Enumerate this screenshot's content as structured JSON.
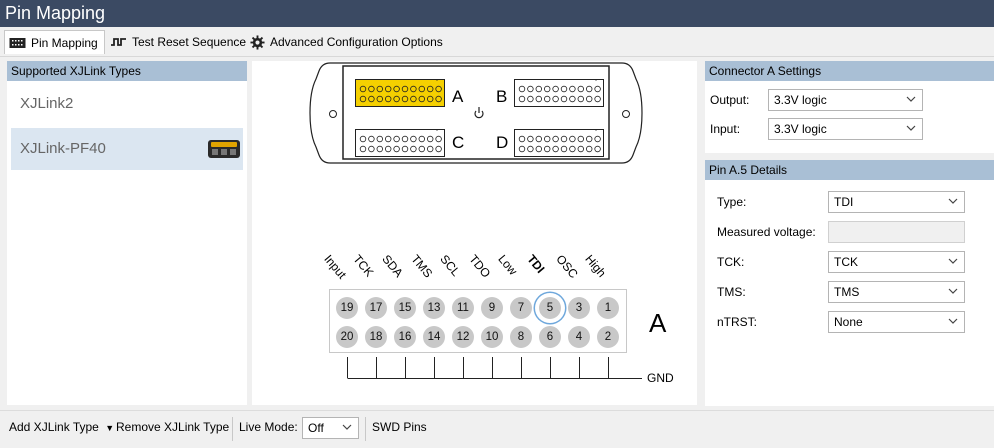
{
  "window": {
    "title": "Pin Mapping"
  },
  "tabs": [
    {
      "label": "Pin Mapping",
      "icon": "connector-icon",
      "active": true
    },
    {
      "label": "Test Reset Sequence",
      "icon": "waveform-icon",
      "active": false
    },
    {
      "label": "Advanced Configuration Options",
      "icon": "gear-icon",
      "active": false
    }
  ],
  "supported": {
    "header": "Supported XJLink Types",
    "items": [
      {
        "label": "XJLink2",
        "selected": false
      },
      {
        "label": "XJLink-PF40",
        "selected": true
      }
    ]
  },
  "connector_diagram": {
    "labels": [
      "A",
      "B",
      "C",
      "D"
    ],
    "selected": "A",
    "power_icon": "power-icon"
  },
  "pin_header": {
    "label": "A",
    "gnd_label": "GND",
    "signal_labels": [
      "Input",
      "TCK",
      "SDA",
      "TMS",
      "SCL",
      "TDO",
      "Low",
      "TDI",
      "OSC",
      "High"
    ],
    "bold_label": "TDI",
    "top_pins": [
      "19",
      "17",
      "15",
      "13",
      "11",
      "9",
      "7",
      "5",
      "3",
      "1"
    ],
    "bottom_pins": [
      "20",
      "18",
      "16",
      "14",
      "12",
      "10",
      "8",
      "6",
      "4",
      "2"
    ],
    "selected_pin": "5"
  },
  "connector_settings": {
    "header": "Connector A Settings",
    "output_label": "Output:",
    "output_value": "3.3V logic",
    "input_label": "Input:",
    "input_value": "3.3V logic"
  },
  "pin_details": {
    "header": "Pin A.5 Details",
    "type_label": "Type:",
    "type_value": "TDI",
    "voltage_label": "Measured voltage:",
    "voltage_value": "",
    "tck_label": "TCK:",
    "tck_value": "TCK",
    "tms_label": "TMS:",
    "tms_value": "TMS",
    "ntrst_label": "nTRST:",
    "ntrst_value": "None"
  },
  "statusbar": {
    "add_label": "Add XJLink Type",
    "remove_label": "Remove XJLink Type",
    "live_label": "Live Mode:",
    "live_value": "Off",
    "swd_label": "SWD Pins"
  },
  "colors": {
    "title_bg": "#3b4a63",
    "section_header": "#a9bfd5",
    "selected_item": "#dbe6f1",
    "connector_highlight": "#f5d000",
    "selected_pin_border": "#6fa8dc"
  }
}
